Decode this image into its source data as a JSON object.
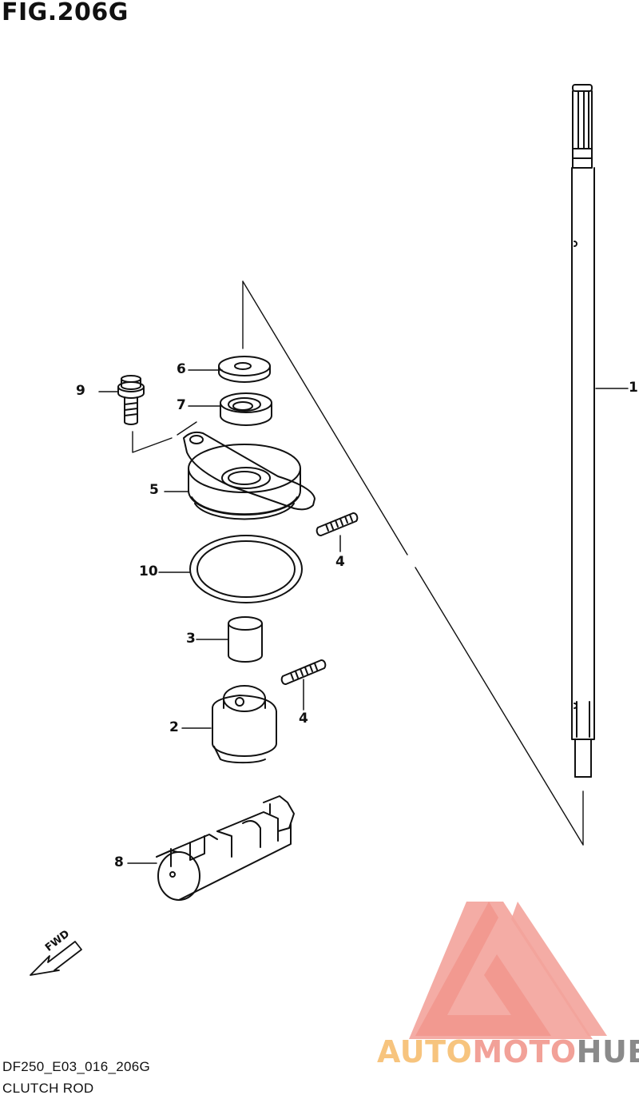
{
  "figure": {
    "title": "FIG.206G"
  },
  "callouts": {
    "p1": "1",
    "p2": "2",
    "p3": "3",
    "p4a": "4",
    "p4b": "4",
    "p5": "5",
    "p6": "6",
    "p7": "7",
    "p8": "8",
    "p9": "9",
    "p10": "10"
  },
  "fwd_label": "FWD",
  "footer": {
    "code": "DF250_E03_016_206G",
    "caption": "CLUTCH ROD"
  },
  "watermark": {
    "text": "AUTOMOTOHUB",
    "part1": "AUTO",
    "part2": "MOTO",
    "part3": "HUB",
    "colors": {
      "auto": "#f7c47e",
      "moto": "#f2a198",
      "hub": "#8a8a8a"
    }
  }
}
